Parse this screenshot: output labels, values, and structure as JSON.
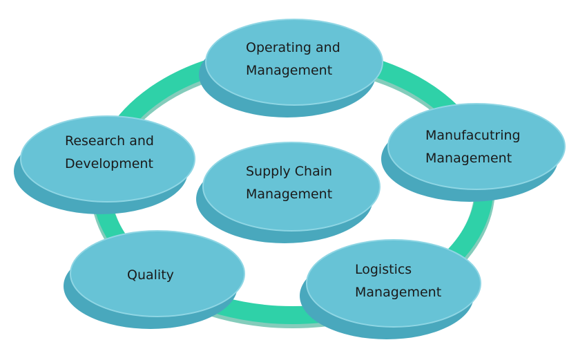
{
  "diagram": {
    "colors": {
      "ring": "#2fd1a8",
      "ring_shadow": "#1fa383",
      "disc_top": "#67c3d6",
      "disc_side": "#49a8bd",
      "disc_edge": "#8fd6e4",
      "text": "#1a1a1a"
    },
    "center": {
      "line1": "Supply Chain",
      "line2": "Management"
    },
    "nodes": [
      {
        "id": "operating",
        "line1": "Operating and",
        "line2": "Management"
      },
      {
        "id": "manufacturing",
        "line1": "Manufacutring",
        "line2": "Management"
      },
      {
        "id": "logistics",
        "line1": "Logistics",
        "line2": "Management"
      },
      {
        "id": "quality",
        "line1": "Quality",
        "line2": ""
      },
      {
        "id": "research",
        "line1": "Research and",
        "line2": "Development"
      }
    ]
  }
}
